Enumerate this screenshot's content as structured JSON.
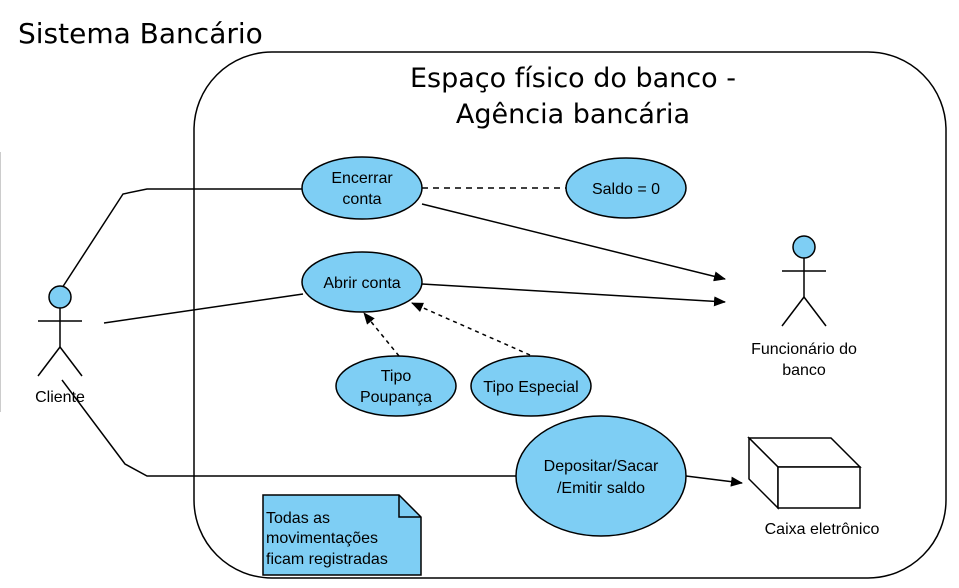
{
  "diagram": {
    "title": "Sistema Bancário",
    "boundary_title": [
      "Espaço físico do banco -",
      "Agência bancária"
    ],
    "actors": {
      "cliente": "Cliente",
      "funcionario": [
        "Funcionário do",
        "banco"
      ],
      "caixa": "Caixa eletrônico"
    },
    "use_cases": {
      "encerrar": [
        "Encerrar",
        "conta"
      ],
      "saldo": "Saldo = 0",
      "abrir": "Abrir conta",
      "poupanca": [
        "Tipo",
        "Poupança"
      ],
      "especial": "Tipo Especial",
      "depositar": [
        "Depositar/Sacar",
        "/Emitir saldo"
      ]
    },
    "note": [
      "Todas as",
      "movimentações",
      "ficam registradas"
    ],
    "colors": {
      "usecase_fill": "#7ecef4",
      "stroke": "#000000"
    }
  }
}
